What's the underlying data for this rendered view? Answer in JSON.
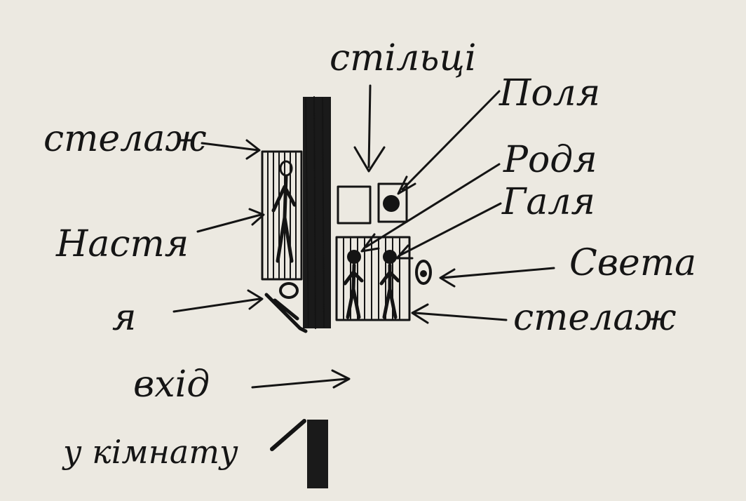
{
  "labels": {
    "chairs": "стільці",
    "polya": "Поля",
    "shelf_left": "стелаж",
    "rodya": "Родя",
    "galya": "Галя",
    "nastya": "Настя",
    "sveta": "Света",
    "shelf_right": "стелаж",
    "me": "я",
    "entrance_line1": "вхід",
    "entrance_line2": "у кімнату"
  },
  "colors": {
    "paper": "#ece9e1",
    "ink": "#141414"
  }
}
